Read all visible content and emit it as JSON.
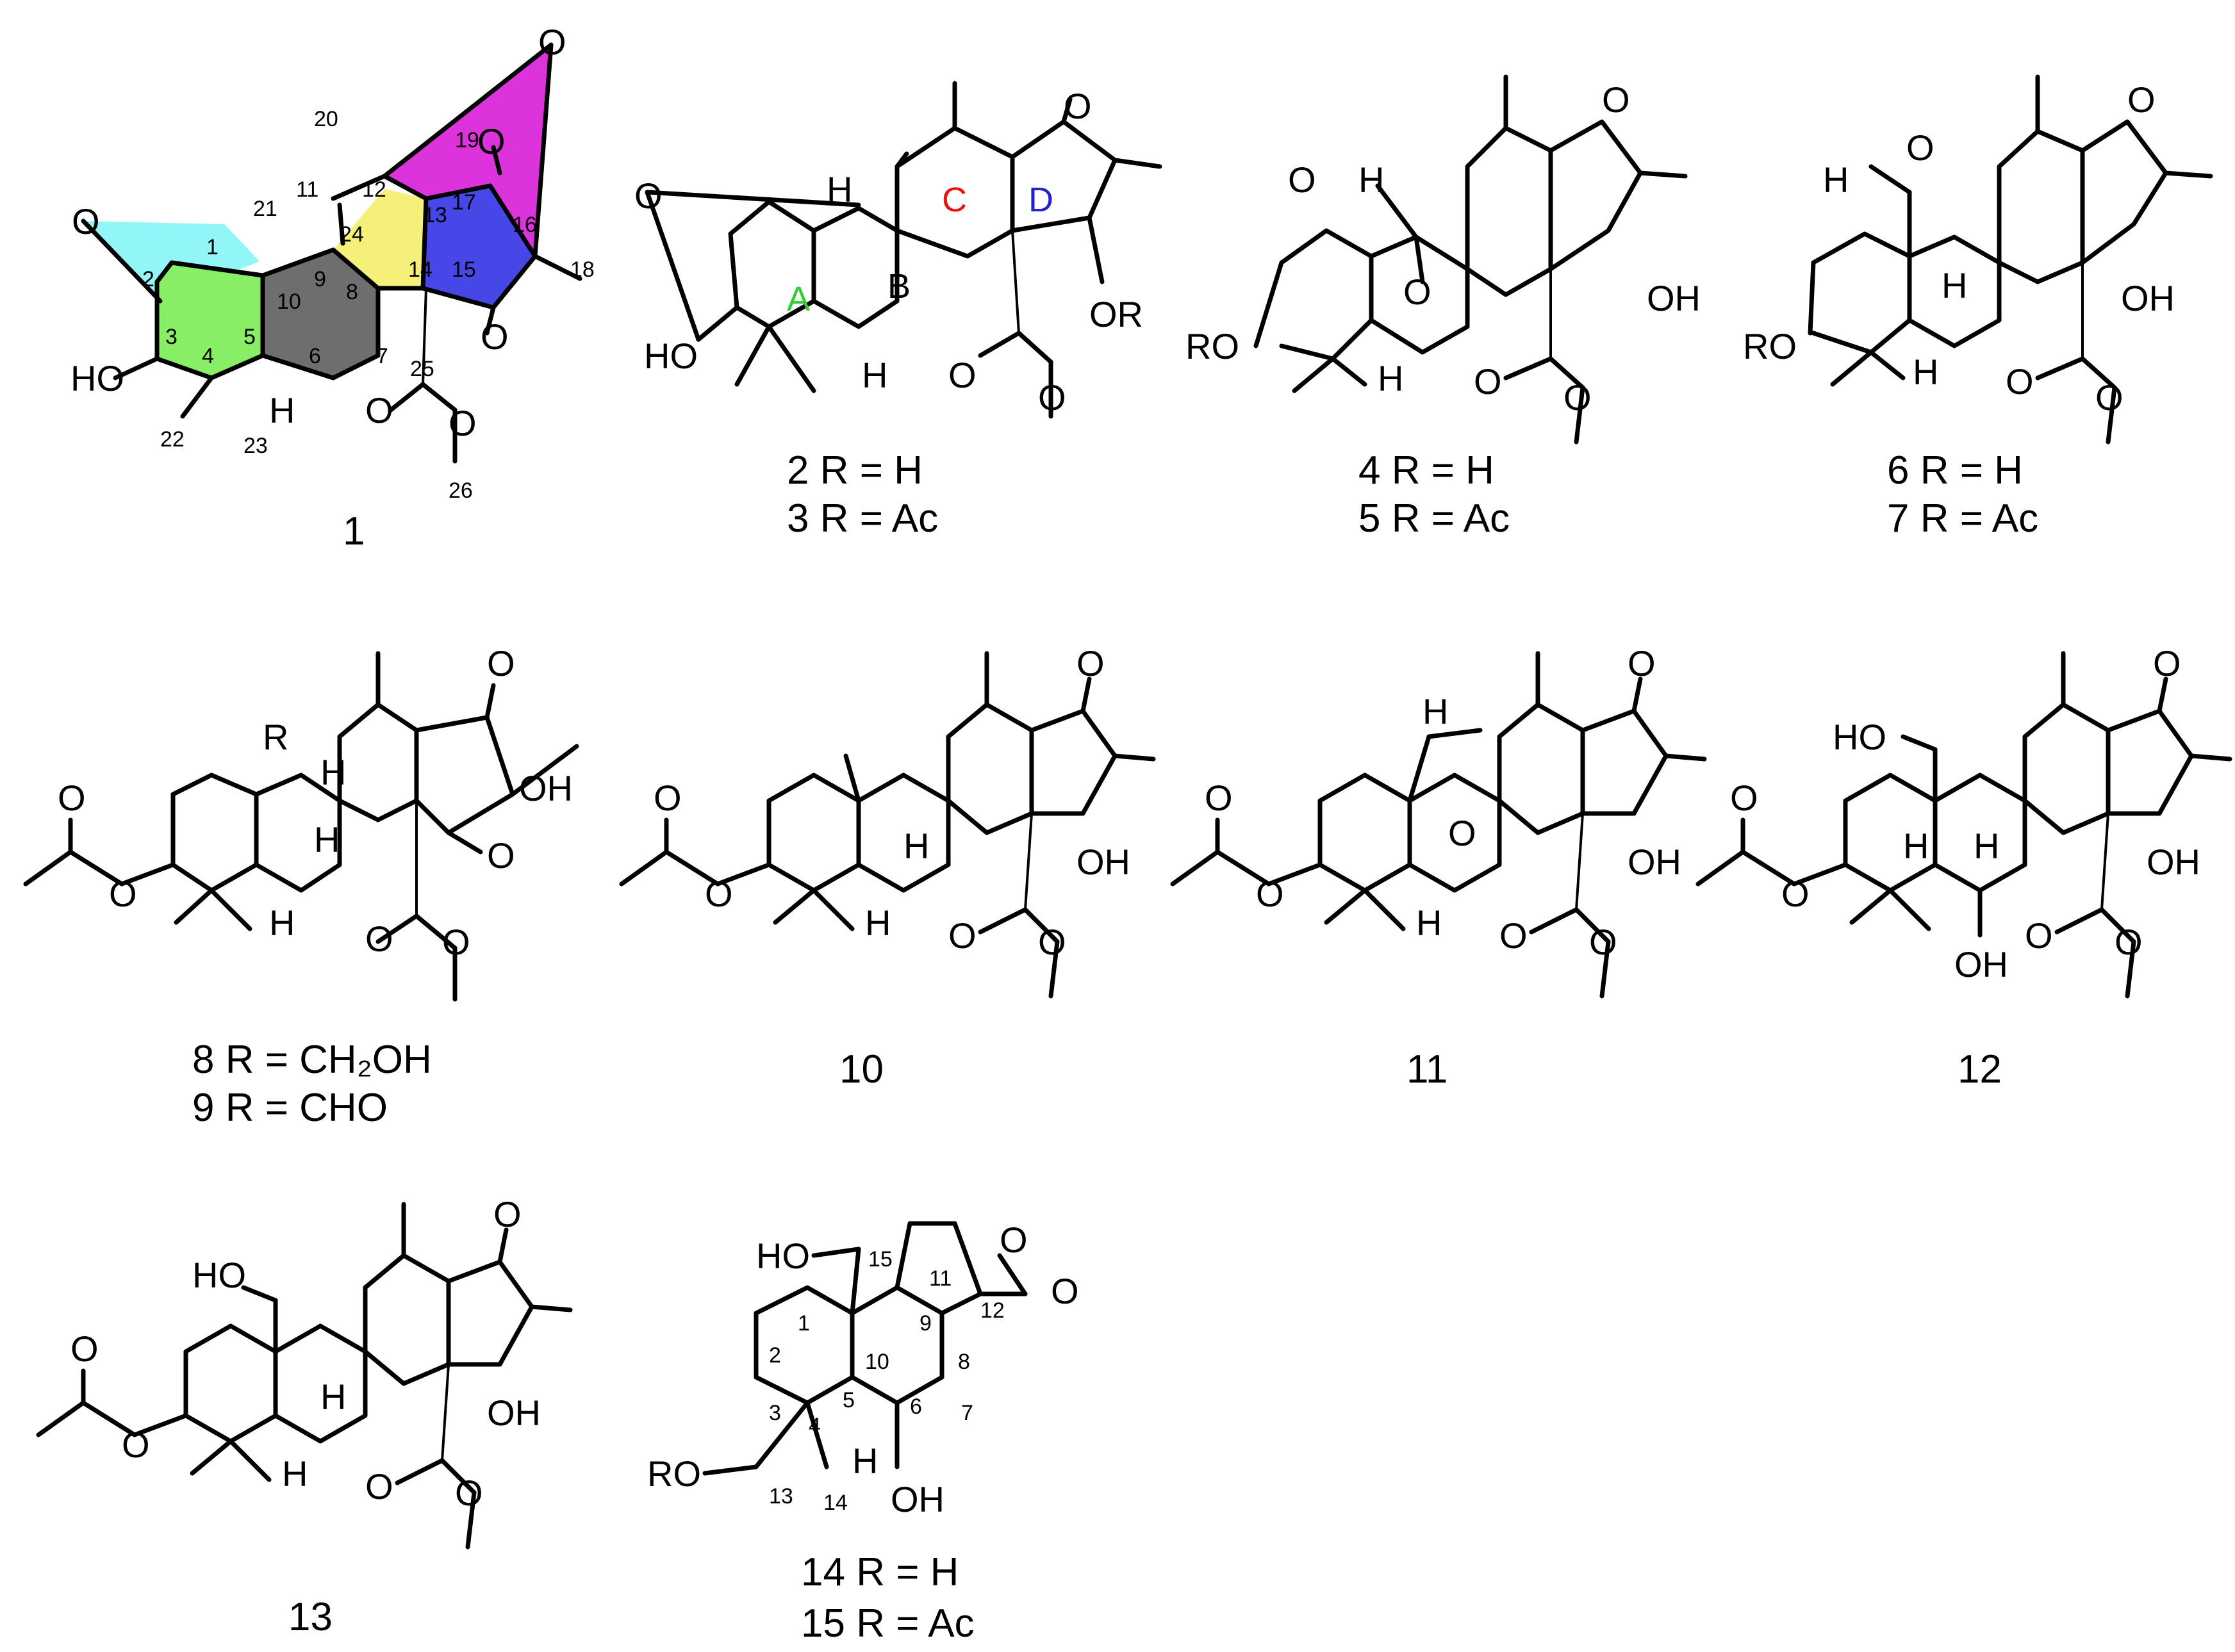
{
  "colors": {
    "ring_A_label": "#33cc33",
    "ring_C_label": "#ee1111",
    "ring_D_label": "#2222cc",
    "fill_cyan": "#7ff3f7",
    "fill_green": "#88ee66",
    "fill_gray": "#6e6e6e",
    "fill_yellow": "#f4f07a",
    "fill_magenta": "#dd33dd",
    "fill_blue": "#4747e8"
  },
  "compounds": {
    "c1": {
      "label": "1"
    },
    "c2_3": {
      "line1": "2 R = H",
      "line2": "3 R = Ac"
    },
    "c4_5": {
      "line1": "4 R = H",
      "line2": "5 R = Ac"
    },
    "c6_7": {
      "line1": "6 R = H",
      "line2": "7 R = Ac"
    },
    "c8_9": {
      "line1": "8 R = CH₂OH",
      "line2": "9 R = CHO"
    },
    "c10": {
      "label": "10"
    },
    "c11": {
      "label": "11"
    },
    "c12": {
      "label": "12"
    },
    "c13": {
      "label": "13"
    },
    "c14_15": {
      "line1": "14 R = H",
      "line2": "15 R = Ac"
    }
  },
  "atoms": {
    "O": "O",
    "HO": "HO",
    "OH": "OH",
    "H": "H",
    "OR": "OR",
    "RO": "RO",
    "R": "R",
    "H_C": "H"
  },
  "ring_labels": {
    "A": "A",
    "B": "B",
    "C": "C",
    "D": "D"
  },
  "c1_numbers": [
    "1",
    "2",
    "3",
    "4",
    "5",
    "6",
    "7",
    "8",
    "9",
    "10",
    "11",
    "12",
    "13",
    "14",
    "15",
    "16",
    "17",
    "18",
    "19",
    "20",
    "21",
    "22",
    "23",
    "24",
    "25",
    "26"
  ],
  "c14_numbers": [
    "1",
    "2",
    "3",
    "4",
    "5",
    "6",
    "7",
    "8",
    "9",
    "10",
    "11",
    "12",
    "13",
    "14",
    "15"
  ]
}
